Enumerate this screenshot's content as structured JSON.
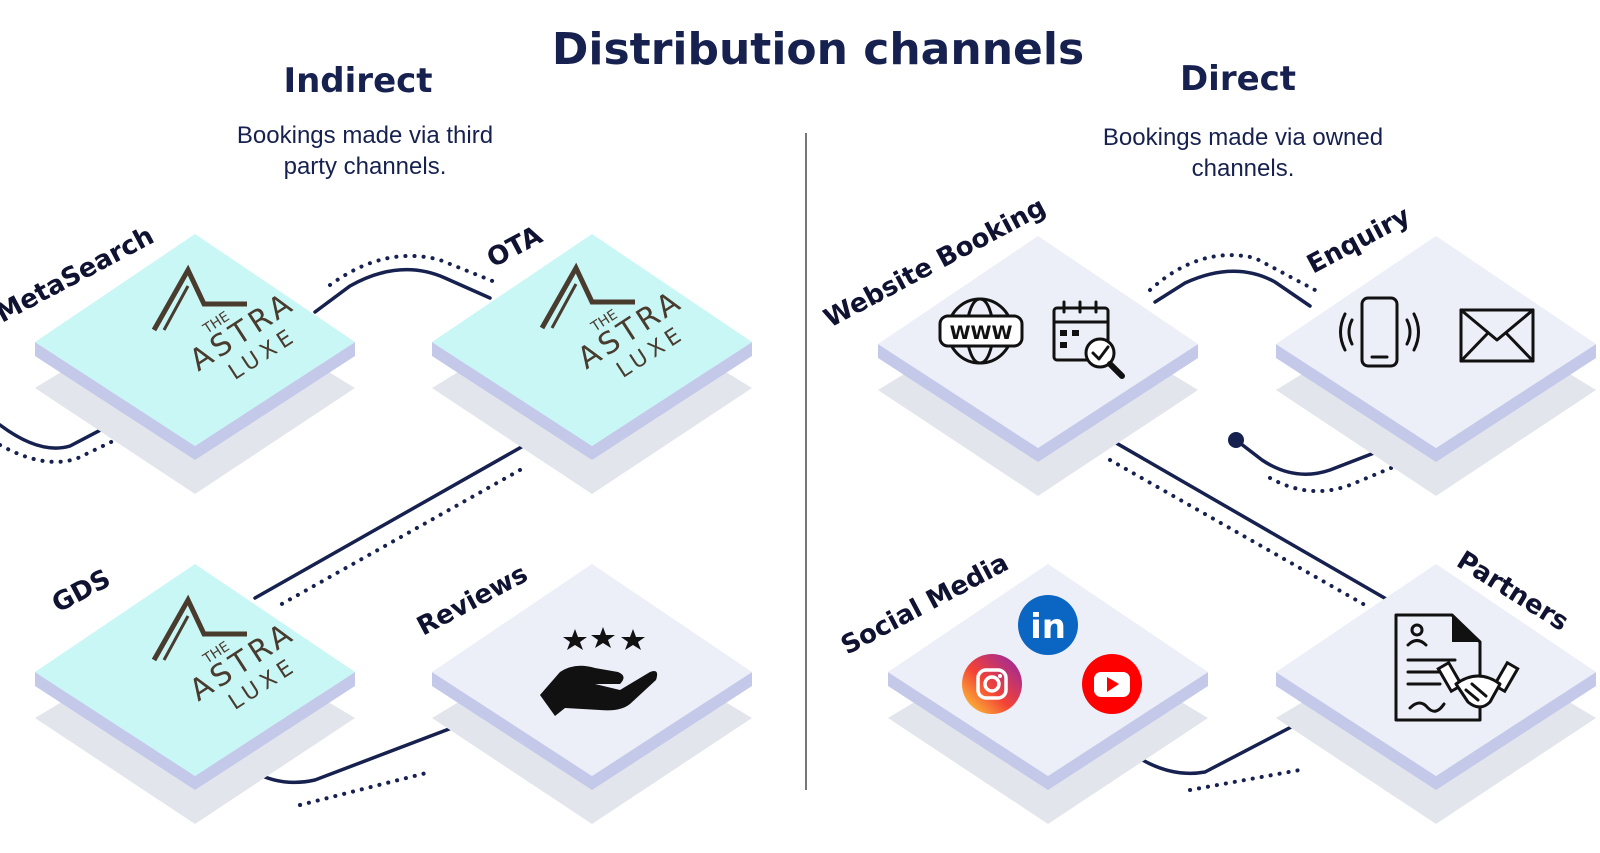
{
  "title": "Distribution channels",
  "indirect": {
    "heading": "Indirect",
    "desc_line1": "Bookings made via third",
    "desc_line2": "party channels.",
    "tiles": [
      {
        "label": "MetaSearch",
        "content": "brand-logo"
      },
      {
        "label": "OTA",
        "content": "brand-logo"
      },
      {
        "label": "GDS",
        "content": "brand-logo"
      },
      {
        "label": "Reviews",
        "content": "stars-hand-icon"
      }
    ]
  },
  "direct": {
    "heading": "Direct",
    "desc_line1": "Bookings made via owned",
    "desc_line2": "channels.",
    "tiles": [
      {
        "label": "Website Booking",
        "content": "www-calendar-icons"
      },
      {
        "label": "Enquiry",
        "content": "phone-mail-icons"
      },
      {
        "label": "Social Media",
        "content": "social-icons"
      },
      {
        "label": "Partners",
        "content": "contract-handshake-icon"
      }
    ]
  },
  "brand": {
    "the": "THE",
    "name1": "ASTRA",
    "name2": "LUXE"
  },
  "icons": {
    "www": "WWW",
    "linkedin": "in"
  },
  "colors": {
    "navy": "#16214f",
    "cyan_tile": "#c9f7f6",
    "grey_tile": "#eceef8",
    "linkedin": "#0a66c2",
    "youtube": "#ff0000",
    "instagram": "#e1306c"
  }
}
